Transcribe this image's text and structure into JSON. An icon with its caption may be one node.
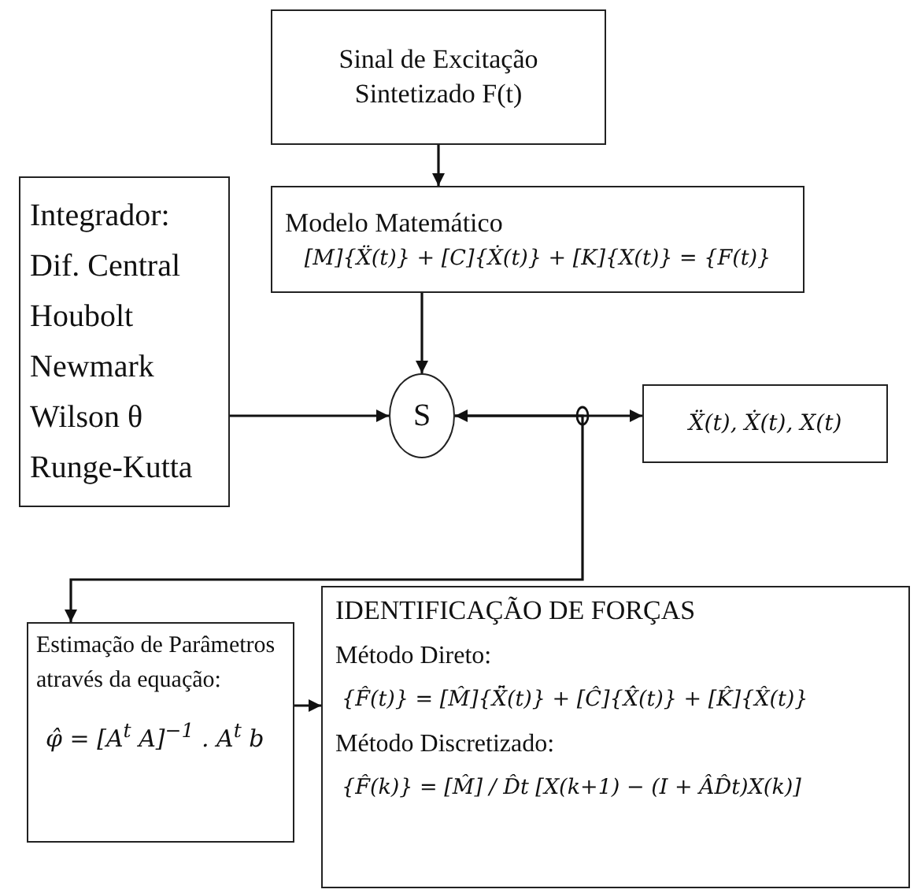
{
  "diagram": {
    "nodes": [
      {
        "text": [
          "Sinal de Excitação Sintetizado F(t)"
        ]
      },
      {
        "text": [
          "Modelo Matemático",
          "[M]{Ẍ(t)} + [C]{Ẋ(t)} + [K]{X(t)} = {F(t)}"
        ]
      },
      {
        "text": [
          "Integrador:",
          "Dif. Central",
          "Houbolt",
          "Newmark",
          "Wilson θ",
          "Runge-Kutta"
        ]
      },
      {
        "text": [
          "S"
        ]
      },
      {
        "text": [
          "Ẍ(t), Ẋ(t), X(t)"
        ]
      },
      {
        "text": [
          "Estimação de Parâmetros através da equação:",
          "φ̂ = [A$^{t}$ A]$^{−1}$ . A$^{t}$ b"
        ]
      },
      {
        "text": [
          "IDENTIFICAÇÃO DE FORÇAS",
          "Método Direto:",
          "{F̂(t)} = [M̂]{X̂̈(t)} + [Ĉ]{X̂̇(t)} + [K̂]{X̂(t)}",
          "Método Discretizado:",
          "{F̂(k)} = [M̂] / D̂t [X(k+1) − (I + ÂD̂t)X(k)]"
        ]
      }
    ],
    "edges": [
      {
        "from": 0,
        "to": 1,
        "arrow": "to"
      },
      {
        "from": 1,
        "to": 3,
        "arrow": "to"
      },
      {
        "from": 2,
        "to": 3,
        "arrow": "to"
      },
      {
        "from": 3,
        "to": 4,
        "arrow": "both"
      },
      {
        "from": 3,
        "to": 5,
        "arrow": "to"
      },
      {
        "from": 5,
        "to": 6,
        "arrow": "to"
      }
    ]
  }
}
